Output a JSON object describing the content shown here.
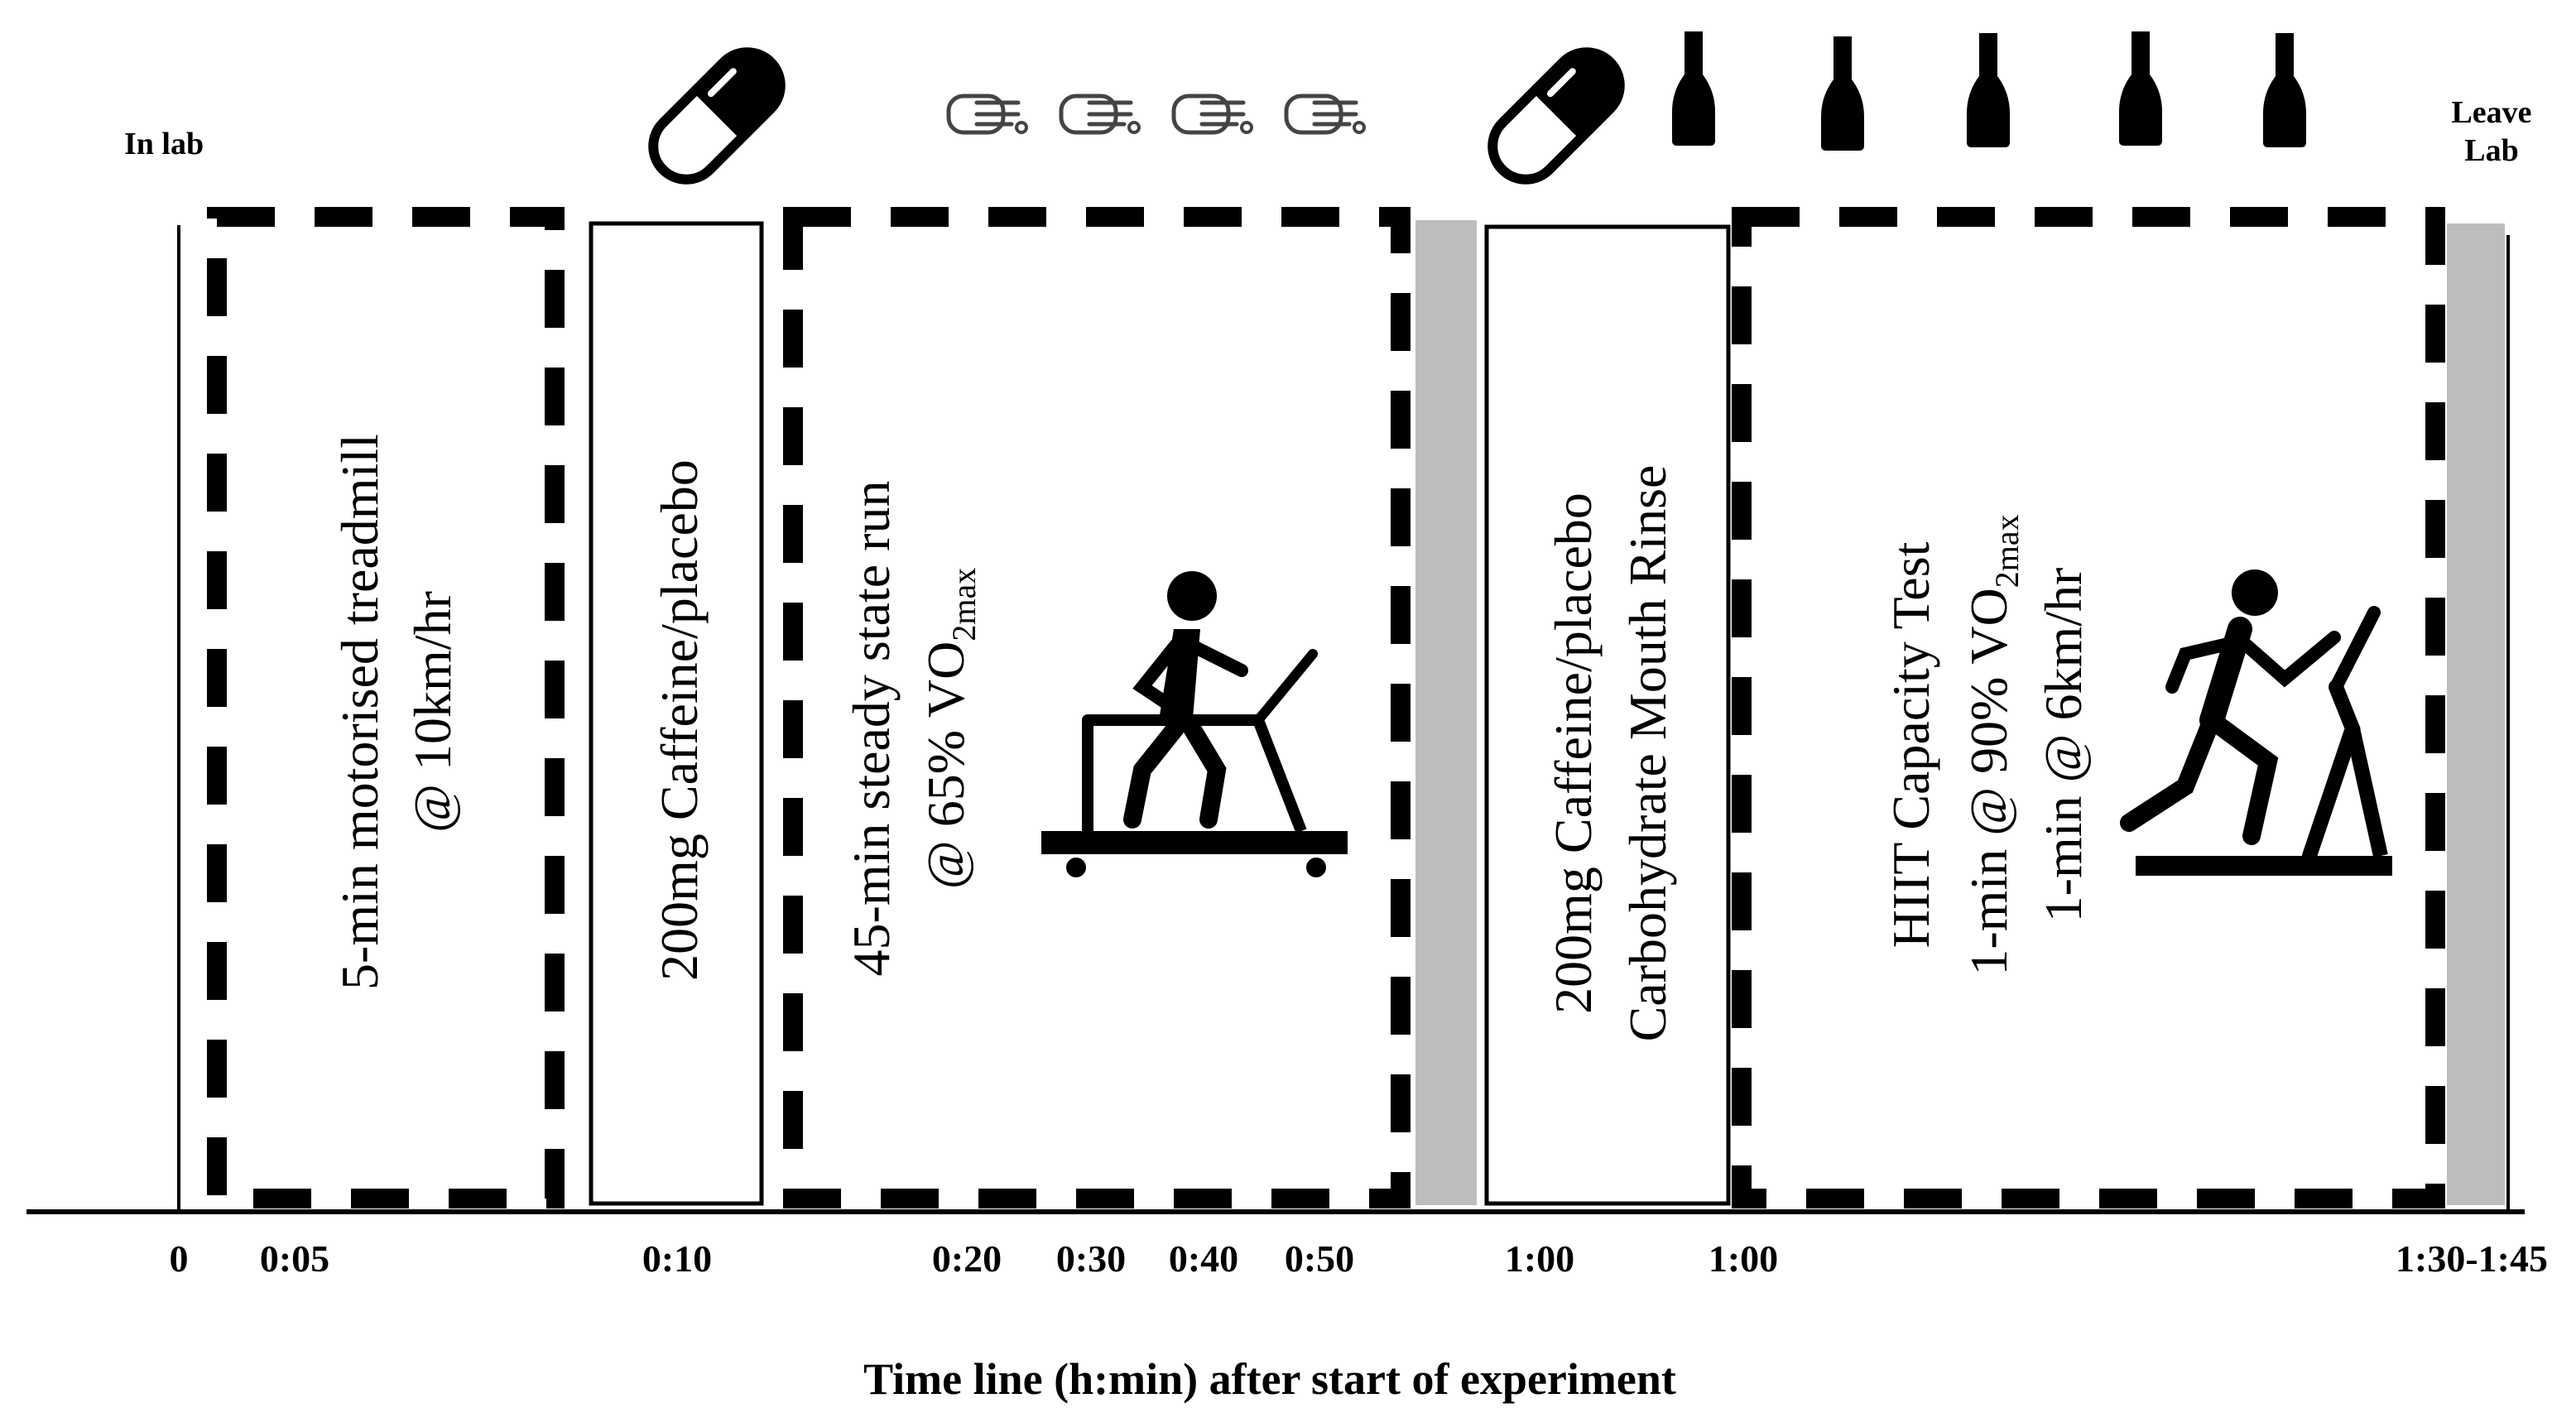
{
  "labels": {
    "in_lab": "In lab",
    "leave_line1": "Leave",
    "leave_line2": "Lab",
    "x_axis": "Time line (h:min) after start of experiment"
  },
  "ticks": [
    "0",
    "0:05",
    "0:10",
    "0:20",
    "0:30",
    "0:40",
    "0:50",
    "1:00",
    "1:00",
    "1:30-1:45"
  ],
  "phases": {
    "warmup": {
      "line1": "5-min motorised treadmill",
      "line2": "@ 10km/hr"
    },
    "dose1": {
      "line1": "200mg Caffeine/placebo"
    },
    "steady": {
      "line1": "45-min steady state run",
      "line2_prefix": "@ 65% VO",
      "sub": "2max"
    },
    "dose2": {
      "line1": "200mg Caffeine/placebo",
      "line2": "Carbohydrate Mouth Rinse"
    },
    "hiit": {
      "line1": "HIIT Capacity Test",
      "line2_prefix": "1-min @ 90% VO",
      "sub": "2max",
      "line3": "1-min @ 6km/hr"
    }
  },
  "icons": [
    "capsule-icon",
    "finger-prick-icon",
    "capsule-icon",
    "bottle-icon",
    "treadmill-runner-icon",
    "treadmill-sprinter-icon"
  ],
  "colors": {
    "ink": "#000000",
    "rest_bar": "#bdbdbd",
    "background": "#ffffff"
  }
}
